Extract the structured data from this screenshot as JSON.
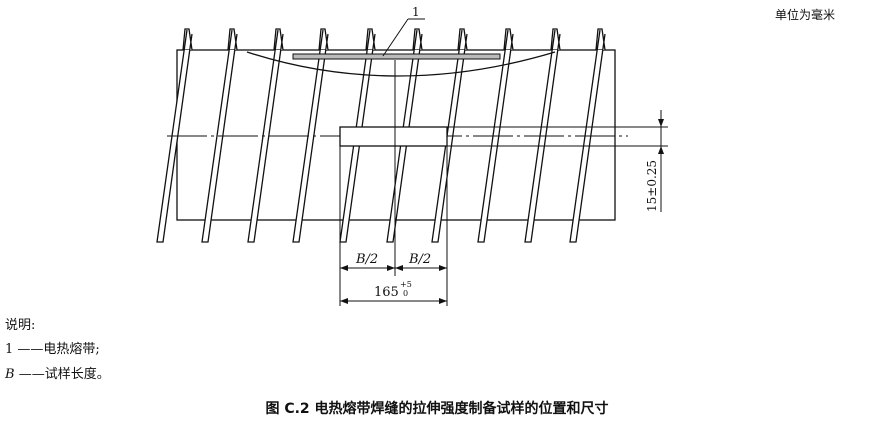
{
  "unit_note": "单位为毫米",
  "drawing": {
    "callout": "1",
    "half_width_left": "B/2",
    "half_width_right": "B/2",
    "length_value": "165",
    "length_tol_upper": "+5",
    "length_tol_lower": "0",
    "width_dim": "15±0.25"
  },
  "legend": {
    "title": "说明:",
    "items": [
      {
        "key": "1",
        "text": "——电热熔带;"
      },
      {
        "key": "B",
        "text": "——试样长度。"
      }
    ]
  },
  "caption": "图 C.2    电热熔带焊缝的拉伸强度制备试样的位置和尺寸"
}
